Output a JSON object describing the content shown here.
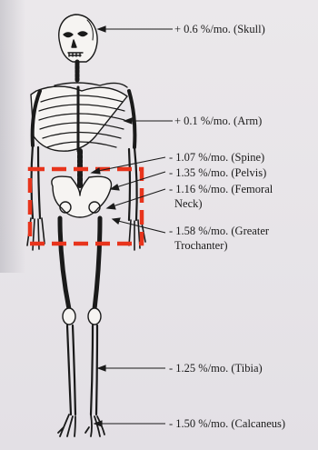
{
  "figure": {
    "labels": {
      "skull": "+ 0.6 %/mo. (Skull)",
      "arm": "+ 0.1 %/mo. (Arm)",
      "spine": "- 1.07 %/mo. (Spine)",
      "pelvis": "- 1.35 %/mo. (Pelvis)",
      "femoral_neck_line1": "- 1.16 %/mo. (Femoral",
      "femoral_neck_line2": "Neck)",
      "greater_trochanter_line1": "- 1.58 %/mo. (Greater",
      "greater_trochanter_line2": "Trochanter)",
      "tibia": "- 1.25 %/mo. (Tibia)",
      "calcaneus": "- 1.50 %/mo. (Calcaneus)"
    },
    "highlight_color": "#e8341c",
    "ink_color": "#1a1a1a"
  }
}
